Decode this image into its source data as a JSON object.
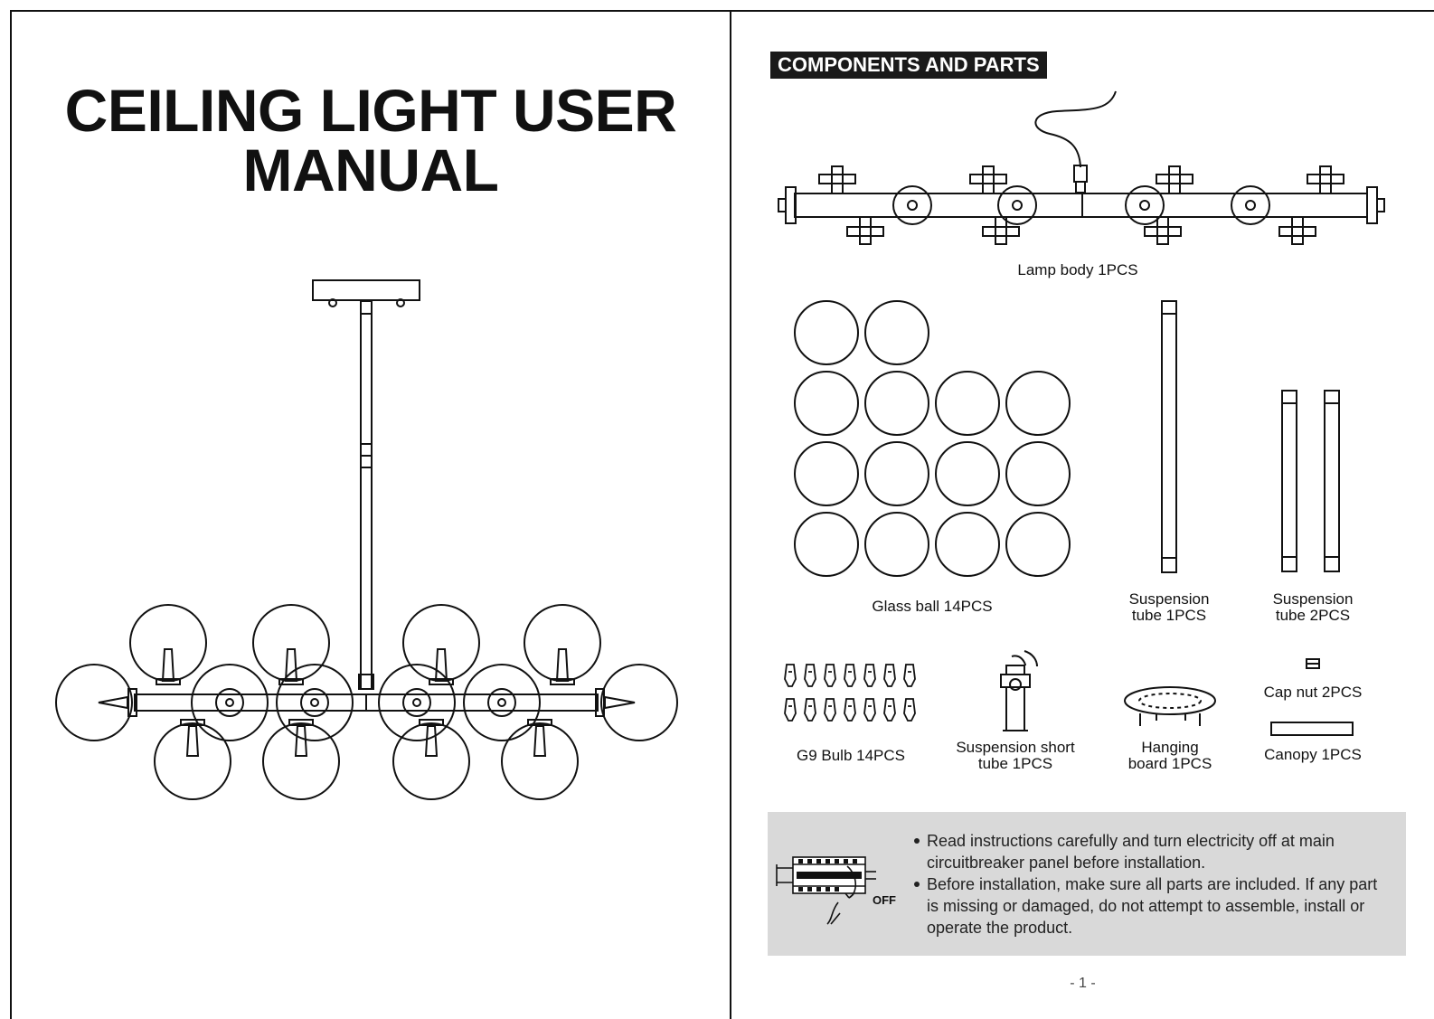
{
  "cover": {
    "title": "CEILING LIGHT USER MANUAL"
  },
  "components": {
    "heading": "COMPONENTS AND PARTS",
    "parts": [
      {
        "id": "lamp-body",
        "label": "Lamp body 1PCS"
      },
      {
        "id": "glass-ball",
        "label": "Glass ball 14PCS"
      },
      {
        "id": "suspension-tube-long",
        "label": "Suspension\ntube 1PCS"
      },
      {
        "id": "suspension-tube-pair",
        "label": "Suspension\ntube 2PCS"
      },
      {
        "id": "g9-bulb",
        "label": "G9 Bulb 14PCS"
      },
      {
        "id": "suspension-short-tube",
        "label": "Suspension short\ntube 1PCS"
      },
      {
        "id": "hanging-board",
        "label": "Hanging\nboard 1PCS"
      },
      {
        "id": "cap-nut",
        "label": "Cap nut  2PCS"
      },
      {
        "id": "canopy",
        "label": "Canopy 1PCS"
      }
    ]
  },
  "notice": {
    "breaker_label": "OFF",
    "items": [
      "Read instructions carefully and turn electricity off at main circuitbreaker panel before installation.",
      "Before installation, make sure all parts are included. If any part is missing or damaged, do not attempt to assemble, install or operate the product."
    ]
  },
  "page_number": "- 1 -"
}
